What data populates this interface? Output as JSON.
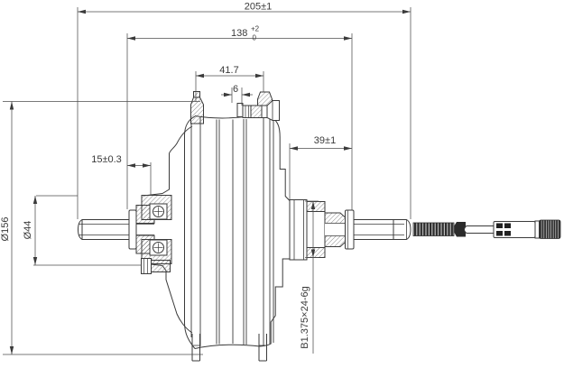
{
  "colors": {
    "line": "#3a3a3a",
    "dimension_line": "#4d4d4d",
    "dark_fill": "#2b2b2b",
    "background": "#ffffff"
  },
  "drawing": {
    "dimensions": {
      "overall_length": "205±1",
      "locknut_width_nominal": "138",
      "locknut_width_tol_upper": "+2",
      "locknut_width_tol_lower": "0",
      "flange_spacing": "41.7",
      "flange_offset": "6",
      "left_step": "15±0.3",
      "right_side_length": "39±1",
      "flange_circle_diameter": "Ø156",
      "hub_boss_diameter": "Ø44",
      "thread_spec": "B1.375×24-6g"
    }
  }
}
